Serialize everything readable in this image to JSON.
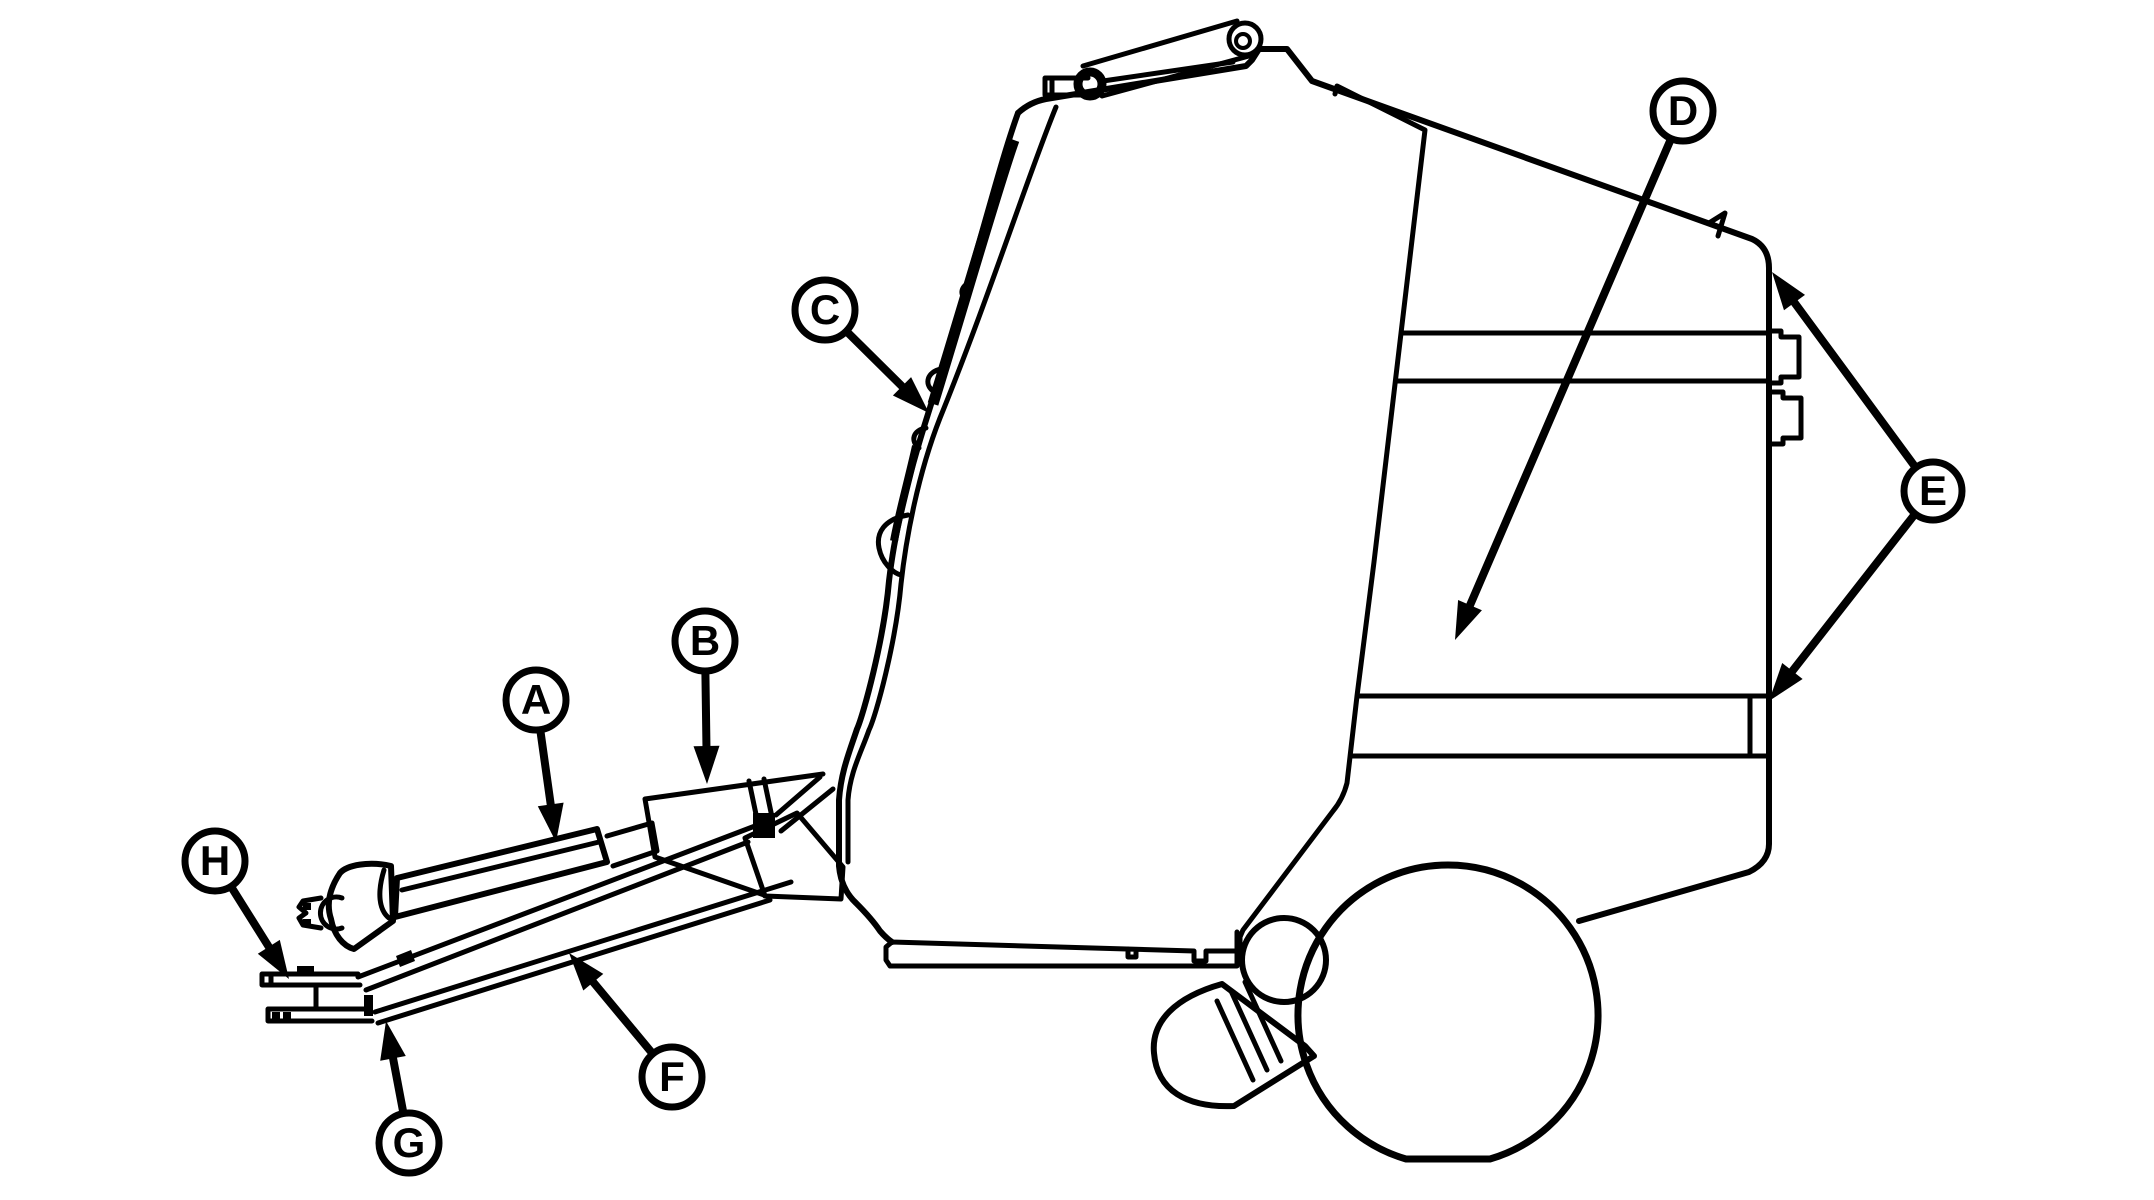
{
  "figure": {
    "kind": "technical line illustration",
    "subject": "round baler side view with lettered callouts"
  },
  "colors": {
    "line": "#000000",
    "background": "#ffffff"
  },
  "callouts": [
    {
      "letter": "A"
    },
    {
      "letter": "B"
    },
    {
      "letter": "C"
    },
    {
      "letter": "D"
    },
    {
      "letter": "E"
    },
    {
      "letter": "F"
    },
    {
      "letter": "G"
    },
    {
      "letter": "H"
    }
  ]
}
